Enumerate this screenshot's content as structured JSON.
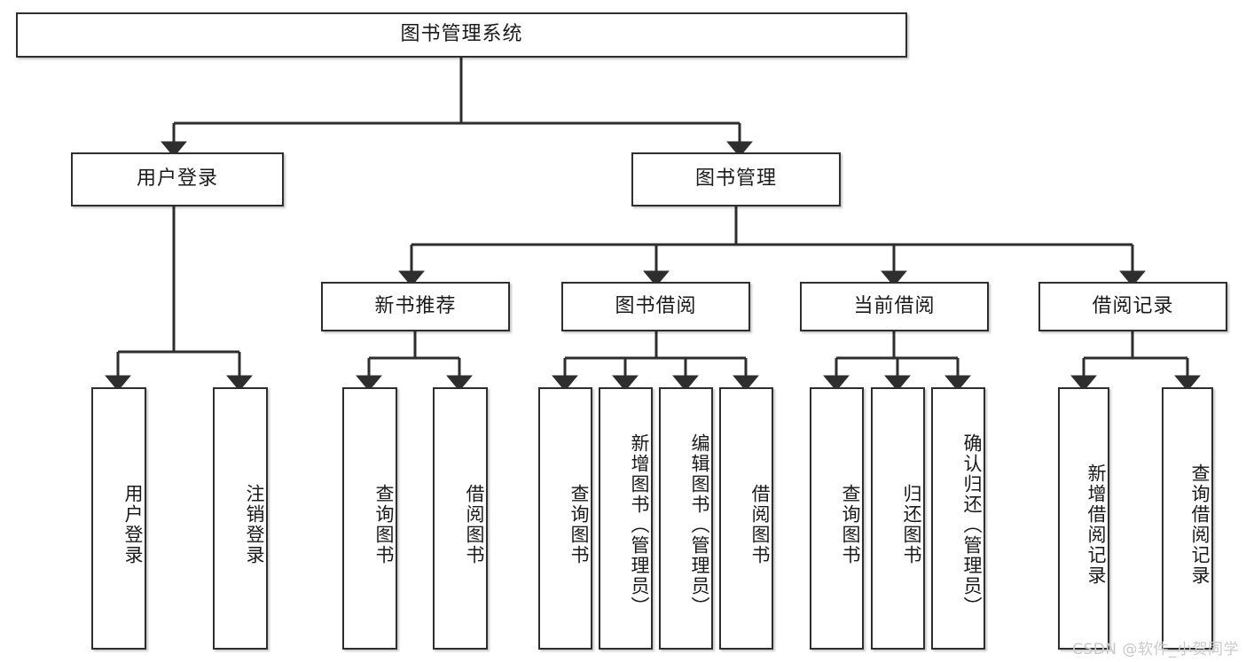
{
  "diagram": {
    "title": "图书管理系统",
    "type": "tree",
    "root": {
      "label": "图书管理系统"
    },
    "level2": [
      {
        "label": "用户登录"
      },
      {
        "label": "图书管理"
      }
    ],
    "level3": [
      {
        "label": "新书推荐"
      },
      {
        "label": "图书借阅"
      },
      {
        "label": "当前借阅"
      },
      {
        "label": "借阅记录"
      }
    ],
    "leaves": {
      "user_login": [
        {
          "label": "用户登录"
        },
        {
          "label": "注销登录"
        }
      ],
      "new_book": [
        {
          "label": "查询图书"
        },
        {
          "label": "借阅图书"
        }
      ],
      "book_borrow": [
        {
          "label": "查询图书"
        },
        {
          "label": "新增图书（管理员）"
        },
        {
          "label": "编辑图书（管理员）"
        },
        {
          "label": "借阅图书"
        }
      ],
      "current_borrow": [
        {
          "label": "查询图书"
        },
        {
          "label": "归还图书"
        },
        {
          "label": "确认归还（管理员）"
        }
      ],
      "borrow_record": [
        {
          "label": "新增借阅记录"
        },
        {
          "label": "查询借阅记录"
        }
      ]
    }
  },
  "watermark": {
    "text": "CSDN @软件_小贺同学"
  },
  "colors": {
    "border": "#2e2e2e",
    "background": "#ffffff",
    "text": "#1a1a1a",
    "watermark": "#c9c9c9"
  }
}
